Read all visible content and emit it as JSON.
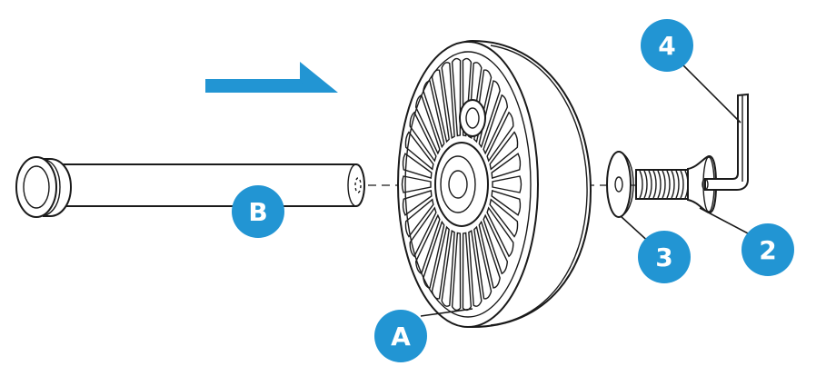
{
  "colors": {
    "accent": "#2295d3",
    "line": "#1a1a1a",
    "background": "#ffffff"
  },
  "callouts": {
    "wheel": "A",
    "axle": "B",
    "bolt": "2",
    "washer": "3",
    "hex_key": "4"
  },
  "icons": {
    "direction": "arrow-right-icon"
  }
}
